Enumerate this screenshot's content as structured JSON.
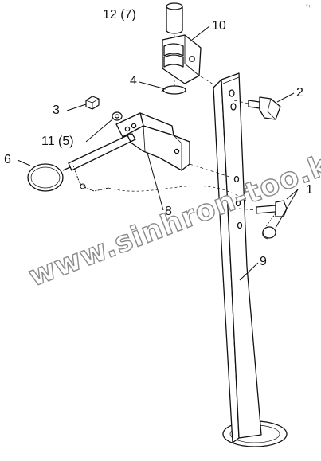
{
  "callouts": {
    "c12": "12 (7)",
    "c10": "10",
    "c4": "4",
    "c2": "2",
    "c3": "3",
    "c11": "11 (5)",
    "c6": "6",
    "c8": "8",
    "c1": "1",
    "c9": "9"
  },
  "watermark": "www.sinhron-too.kz",
  "corner_mark": "*+",
  "colors": {
    "line": "#111111",
    "watermark_outline": "#8a8a8a"
  }
}
